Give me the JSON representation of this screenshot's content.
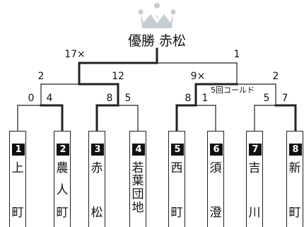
{
  "title": {
    "label": "優勝",
    "winner": "赤松"
  },
  "scores": {
    "final_left": "17×",
    "final_right": "1",
    "semi1_left": "2",
    "semi1_right": "12",
    "semi2_left": "9×",
    "semi2_right": "2",
    "qf1_left": "0",
    "qf1_right": "4",
    "qf2_left": "8",
    "qf2_right": "5",
    "qf3_left": "8",
    "qf3_right": "1",
    "qf4_left": "5",
    "qf4_right": "7"
  },
  "note": "5回コールド",
  "teams": [
    {
      "seed": "1",
      "chars": [
        "上",
        "",
        "町"
      ]
    },
    {
      "seed": "2",
      "chars": [
        "農",
        "人",
        "町"
      ]
    },
    {
      "seed": "3",
      "chars": [
        "赤",
        "",
        "松"
      ]
    },
    {
      "seed": "4",
      "chars": [
        "若",
        "葉",
        "団",
        "地"
      ]
    },
    {
      "seed": "5",
      "chars": [
        "西",
        "",
        "町"
      ]
    },
    {
      "seed": "6",
      "chars": [
        "須",
        "",
        "澄"
      ]
    },
    {
      "seed": "7",
      "chars": [
        "吉",
        "",
        "川"
      ]
    },
    {
      "seed": "8",
      "chars": [
        "新",
        "",
        "町"
      ]
    }
  ],
  "colors": {
    "crown": "#c4cdd2",
    "crown_gem": "#e6eaec",
    "line": "#222222",
    "seed_bg": "#111111"
  },
  "icons": {
    "crown": "crown-icon"
  }
}
